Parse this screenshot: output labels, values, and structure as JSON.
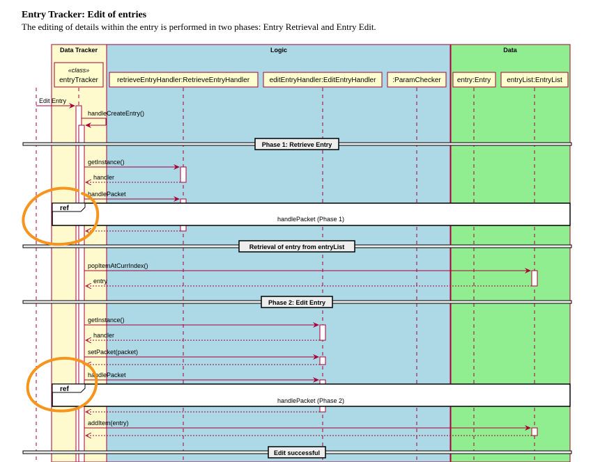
{
  "heading": "Entry Tracker: Edit of entries",
  "subheading": "The editing of details within the entry is performed in two phases: Entry Retrieval and Entry Edit.",
  "boxes": {
    "data_tracker": "Data Tracker",
    "logic": "Logic",
    "data": "Data"
  },
  "participants": {
    "entry_tracker_stereotype": "«class»",
    "entry_tracker": "entryTracker",
    "retrieve_handler": "retrieveEntryHandler:RetrieveEntryHandler",
    "edit_handler": "editEntryHandler:EditEntryHandler",
    "param_checker": ":ParamChecker",
    "entry": "entry:Entry",
    "entry_list": "entryList:EntryList"
  },
  "messages": {
    "edit_entry": "Edit Entry",
    "handle_create_entry": "handleCreateEntry()",
    "get_instance_1": "getInstance()",
    "handler_1": "handler",
    "handle_packet_1": "handlePacket",
    "pop_item": "popItemAtCurrIndex()",
    "entry_return": "entry",
    "get_instance_2": "getInstance()",
    "handler_2": "handler",
    "set_packet": "setPacket(packet)",
    "handle_packet_2": "handlePacket",
    "add_item": "addItem(entry)"
  },
  "dividers": {
    "phase1": "Phase 1: Retrieve Entry",
    "retrieval": "Retrieval of entry from entryList",
    "phase2": "Phase 2: Edit Entry",
    "success": "Edit successful"
  },
  "refs": {
    "tag": "ref",
    "phase1": "handlePacket (Phase 1)",
    "phase2": "handlePacket (Phase 2)"
  },
  "colors": {
    "data_tracker_box": "#fffacd",
    "logic_box": "#add8e6",
    "data_box": "#90ee90",
    "frame_border": "#a80036",
    "participant_fill": "#fefece",
    "annotation": "#f7941d"
  }
}
